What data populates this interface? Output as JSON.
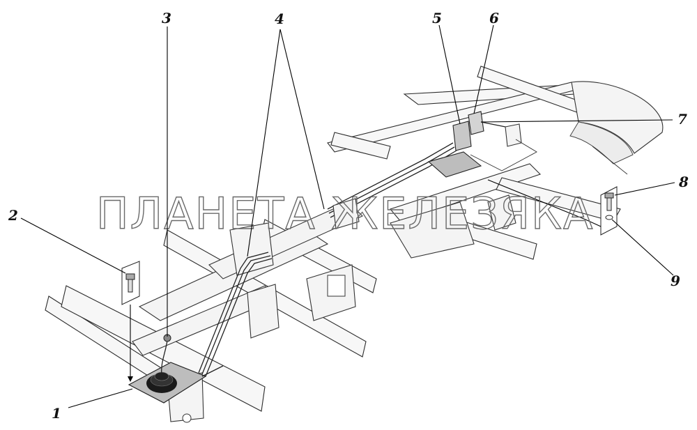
{
  "watermark": "ПЛАНЕТА ЖЕЛЕЗЯКА",
  "callouts": [
    {
      "id": "1",
      "label": "1"
    },
    {
      "id": "2",
      "label": "2"
    },
    {
      "id": "3",
      "label": "3"
    },
    {
      "id": "4",
      "label": "4"
    },
    {
      "id": "5",
      "label": "5"
    },
    {
      "id": "6",
      "label": "6"
    },
    {
      "id": "7",
      "label": "7"
    },
    {
      "id": "8",
      "label": "8"
    },
    {
      "id": "9",
      "label": "9"
    }
  ],
  "colors": {
    "line": "#222222",
    "fill": "#f4f4f4",
    "shift_boot": "#1a1a1a",
    "bracket_fill": "#bdbdbd",
    "watermark": "#6a6a6a"
  }
}
